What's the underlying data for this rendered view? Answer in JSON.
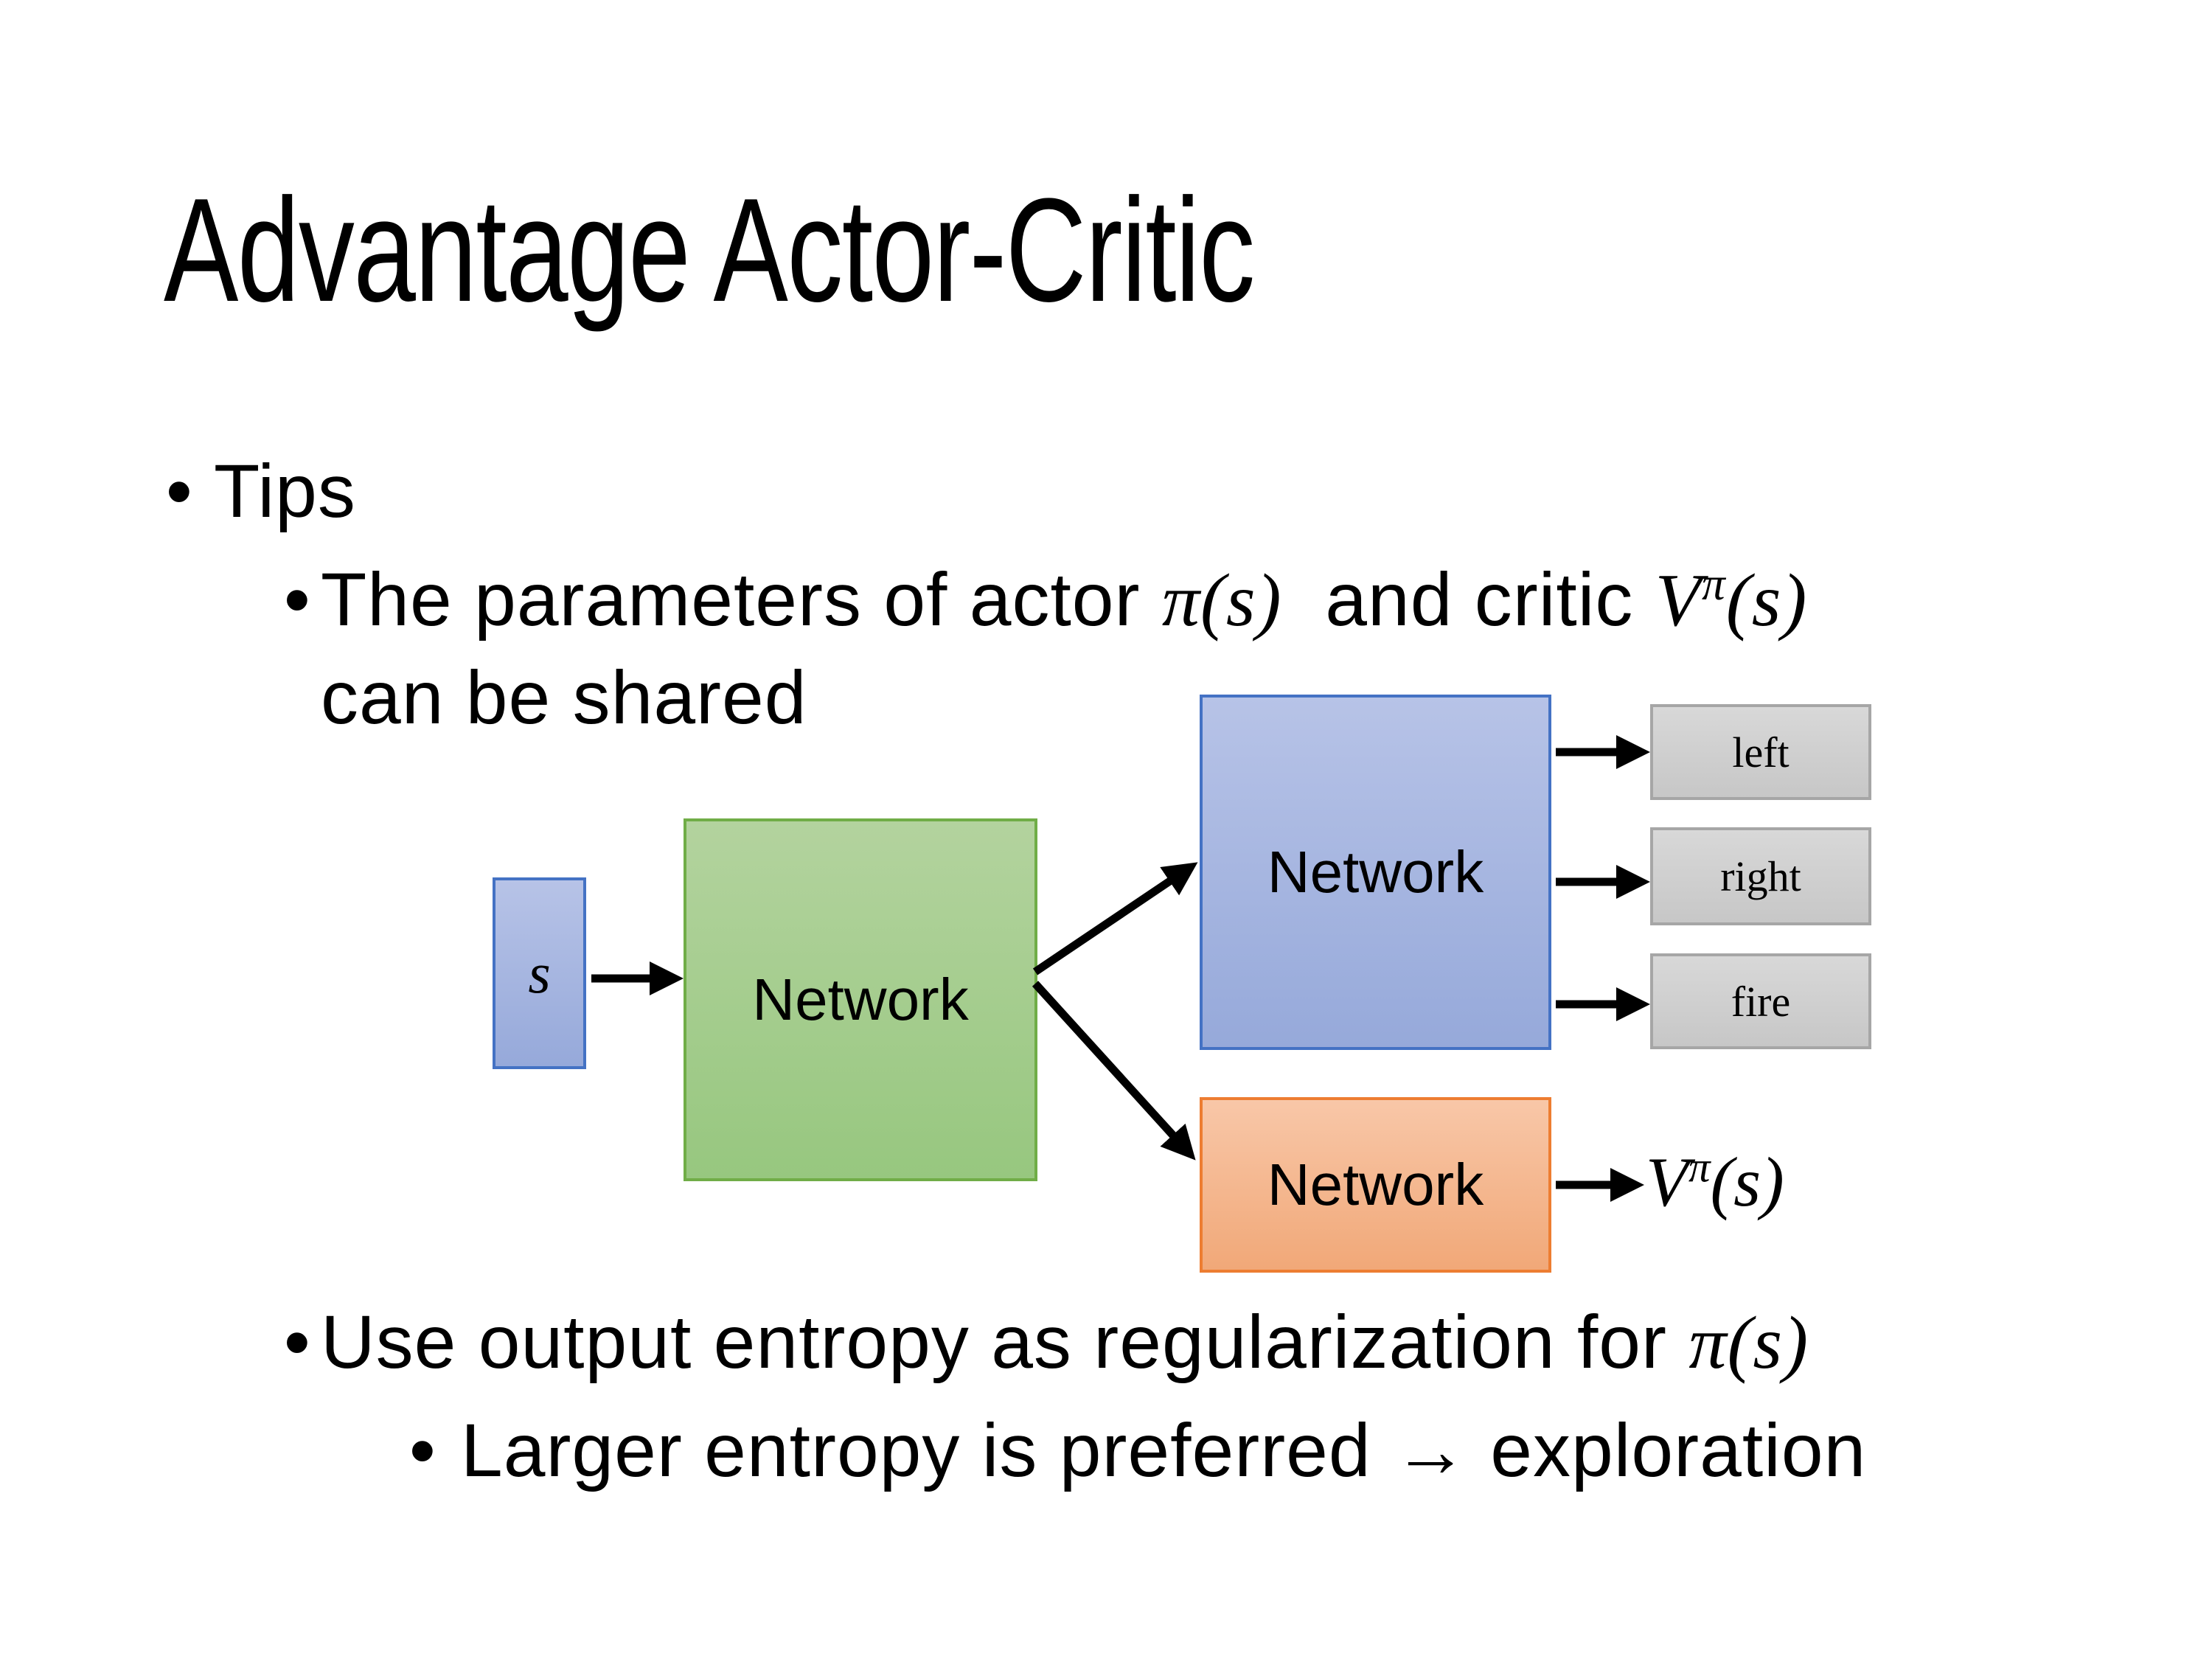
{
  "slide": {
    "title": "Advantage Actor-Critic",
    "bullet_char": "•",
    "bullets": {
      "tips_label": "Tips",
      "b1_part1": "The parameters of actor ",
      "b1_math1": "π(s)",
      "b1_part2": "  and critic ",
      "b1_math2_base": "V",
      "b1_math2_sup": "π",
      "b1_math2_args": "(s)",
      "b1_line2": "can be shared",
      "b2_part1": "Use output entropy as regularization for ",
      "b2_math": "π(s)",
      "b3_text": "Larger entropy is preferred → exploration"
    },
    "diagram": {
      "state_label": "s",
      "shared_network_label": "Network",
      "actor_network_label": "Network",
      "critic_network_label": "Network",
      "actions": [
        "left",
        "right",
        "fire"
      ],
      "value_base": "V",
      "value_sup": "π",
      "value_args": "(s)",
      "colors": {
        "blue": {
          "fill_top": "#b7c3e7",
          "fill_bottom": "#96a9da",
          "border": "#4472c4"
        },
        "green": {
          "fill_top": "#b3d39e",
          "fill_bottom": "#97c77f",
          "border": "#70ad47"
        },
        "orange": {
          "fill_top": "#f8c7a8",
          "fill_bottom": "#f1a878",
          "border": "#ed7d31"
        },
        "gray": {
          "fill_top": "#d8d8d8",
          "fill_bottom": "#c7c7c7",
          "border": "#a6a6a6"
        },
        "arrow": "#000000"
      }
    }
  }
}
